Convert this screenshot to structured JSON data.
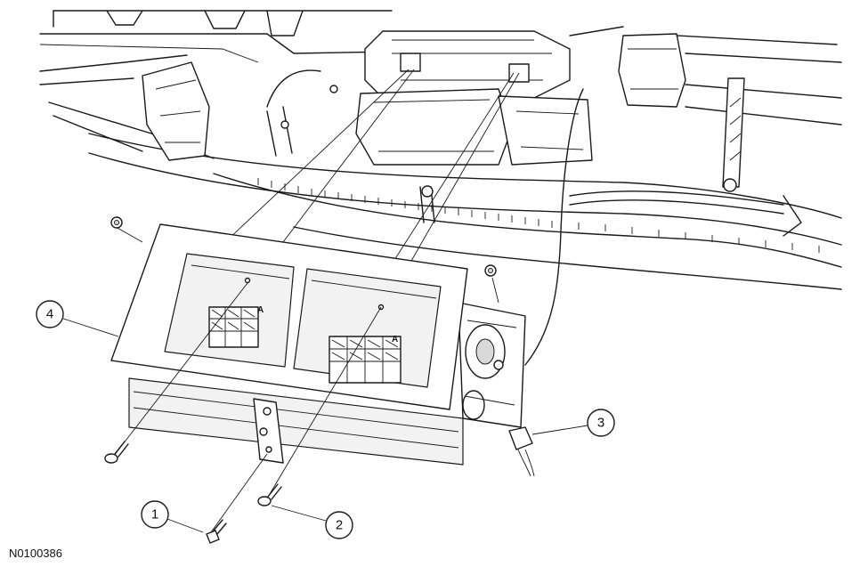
{
  "figure": {
    "reference_code": "N0100386"
  },
  "callouts": [
    {
      "id": "1",
      "label": "1"
    },
    {
      "id": "2",
      "label": "2"
    },
    {
      "id": "3",
      "label": "3"
    },
    {
      "id": "4",
      "label": "4"
    }
  ],
  "part_marks": {
    "left_opening": "A",
    "right_opening": "A"
  }
}
